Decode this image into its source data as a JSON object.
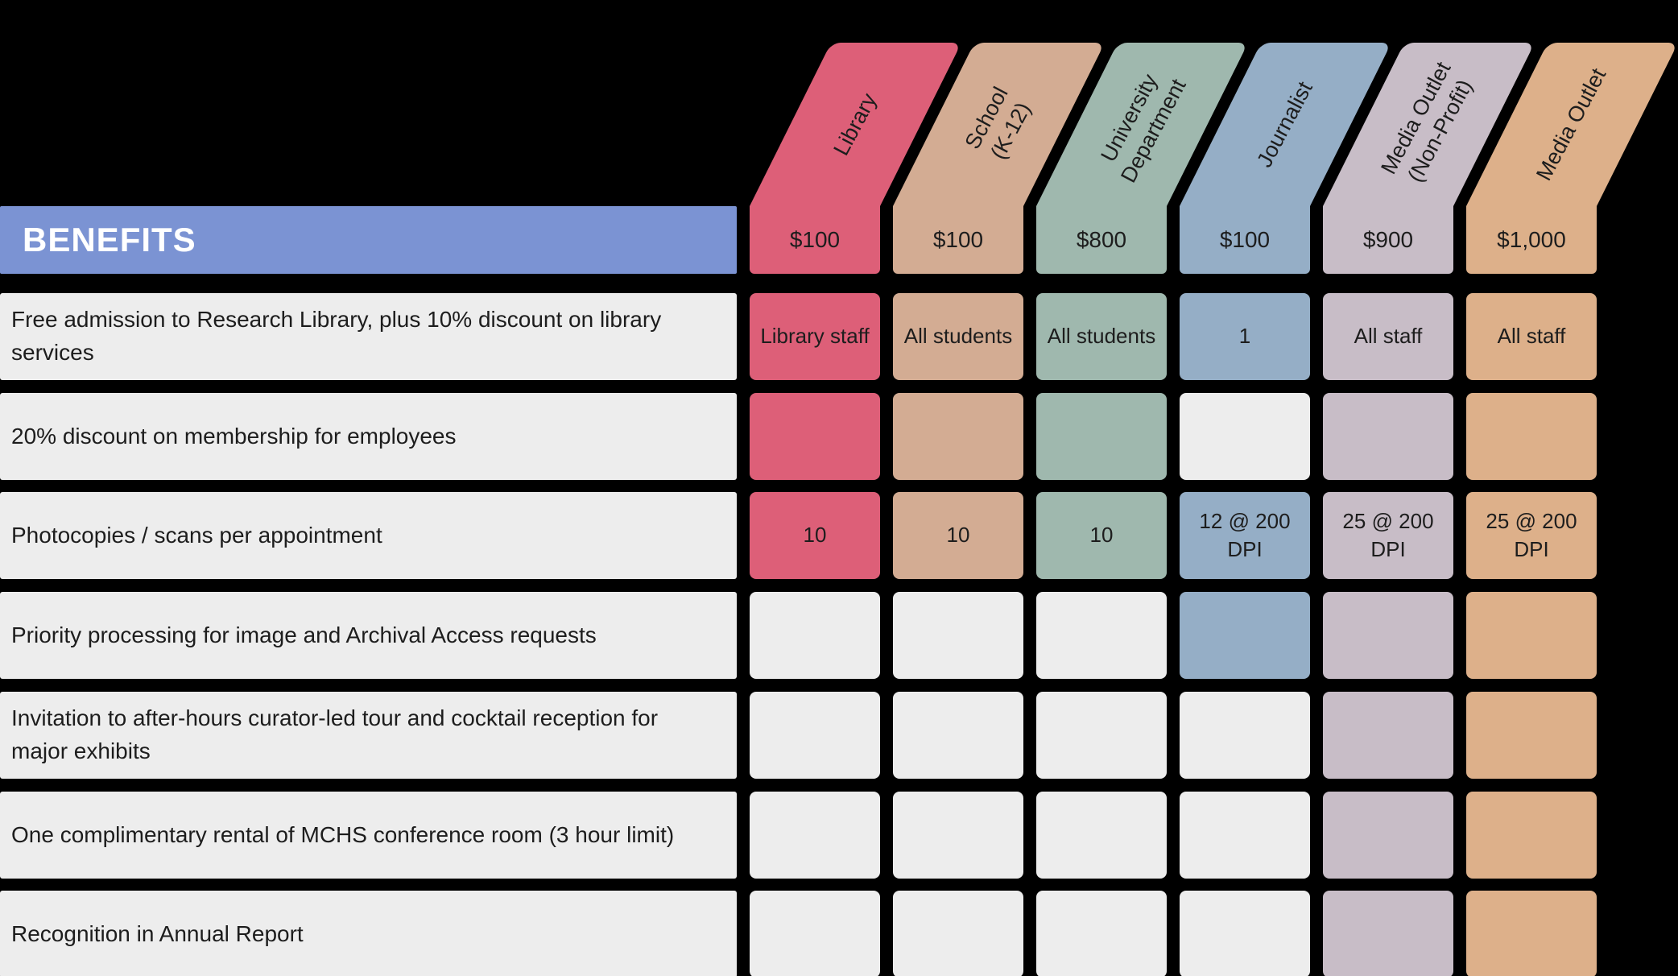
{
  "table": {
    "benefits_header": "BENEFITS",
    "columns": [
      {
        "label": "Library",
        "price": "$100",
        "color": "#dd5f78"
      },
      {
        "label": "School\n(K-12)",
        "price": "$100",
        "color": "#d3ac93"
      },
      {
        "label": "University\nDepartment",
        "price": "$800",
        "color": "#9fb8ae"
      },
      {
        "label": "Journalist",
        "price": "$100",
        "color": "#95aec6"
      },
      {
        "label": "Media Outlet\n(Non-Profit)",
        "price": "$900",
        "color": "#c8bdc7"
      },
      {
        "label": "Media Outlet",
        "price": "$1,000",
        "color": "#ddb08a"
      }
    ],
    "rows": [
      {
        "benefit": "Free admission to Research Library, plus 10% discount on library services",
        "cells": [
          {
            "filled": true,
            "text": "Library staff"
          },
          {
            "filled": true,
            "text": "All students"
          },
          {
            "filled": true,
            "text": "All students"
          },
          {
            "filled": true,
            "text": "1"
          },
          {
            "filled": true,
            "text": "All staff"
          },
          {
            "filled": true,
            "text": "All staff"
          }
        ]
      },
      {
        "benefit": "20% discount on membership for employees",
        "cells": [
          {
            "filled": true,
            "text": ""
          },
          {
            "filled": true,
            "text": ""
          },
          {
            "filled": true,
            "text": ""
          },
          {
            "filled": false,
            "text": ""
          },
          {
            "filled": true,
            "text": ""
          },
          {
            "filled": true,
            "text": ""
          }
        ]
      },
      {
        "benefit": "Photocopies / scans per appointment",
        "cells": [
          {
            "filled": true,
            "text": "10"
          },
          {
            "filled": true,
            "text": "10"
          },
          {
            "filled": true,
            "text": "10"
          },
          {
            "filled": true,
            "text": "12 @ 200 DPI"
          },
          {
            "filled": true,
            "text": "25 @ 200 DPI"
          },
          {
            "filled": true,
            "text": "25 @ 200 DPI"
          }
        ]
      },
      {
        "benefit": "Priority processing for image and Archival Access requests",
        "cells": [
          {
            "filled": false,
            "text": ""
          },
          {
            "filled": false,
            "text": ""
          },
          {
            "filled": false,
            "text": ""
          },
          {
            "filled": true,
            "text": ""
          },
          {
            "filled": true,
            "text": ""
          },
          {
            "filled": true,
            "text": ""
          }
        ]
      },
      {
        "benefit": "Invitation to after-hours curator-led tour and cocktail reception for major exhibits",
        "cells": [
          {
            "filled": false,
            "text": ""
          },
          {
            "filled": false,
            "text": ""
          },
          {
            "filled": false,
            "text": ""
          },
          {
            "filled": false,
            "text": ""
          },
          {
            "filled": true,
            "text": ""
          },
          {
            "filled": true,
            "text": ""
          }
        ]
      },
      {
        "benefit": "One complimentary rental of MCHS conference room (3 hour limit)",
        "cells": [
          {
            "filled": false,
            "text": ""
          },
          {
            "filled": false,
            "text": ""
          },
          {
            "filled": false,
            "text": ""
          },
          {
            "filled": false,
            "text": ""
          },
          {
            "filled": true,
            "text": ""
          },
          {
            "filled": true,
            "text": ""
          }
        ]
      },
      {
        "benefit": "Recognition in Annual Report",
        "cells": [
          {
            "filled": false,
            "text": ""
          },
          {
            "filled": false,
            "text": ""
          },
          {
            "filled": false,
            "text": ""
          },
          {
            "filled": false,
            "text": ""
          },
          {
            "filled": true,
            "text": ""
          },
          {
            "filled": true,
            "text": ""
          }
        ]
      }
    ]
  },
  "colors": {
    "background": "#000000",
    "header_bar": "#7b93d3",
    "header_text": "#ffffff",
    "row_label_bg": "#ededed",
    "empty_cell": "#ededed",
    "cell_text": "#1d1d1d",
    "library": "#dd5f78",
    "school_k12": "#d3ac93",
    "university_department": "#9fb8ae",
    "journalist": "#95aec6",
    "media_outlet_non_profit": "#c8bdc7",
    "media_outlet": "#ddb08a"
  },
  "chart_data": {
    "type": "table",
    "title": "BENEFITS",
    "columns": [
      "Library",
      "School (K-12)",
      "University Department",
      "Journalist",
      "Media Outlet (Non-Profit)",
      "Media Outlet"
    ],
    "column_prices": [
      "$100",
      "$100",
      "$800",
      "$100",
      "$900",
      "$1,000"
    ],
    "rows": [
      {
        "benefit": "Free admission to Research Library, plus 10% discount on library services",
        "values": [
          "Library staff",
          "All students",
          "All students",
          "1",
          "All staff",
          "All staff"
        ]
      },
      {
        "benefit": "20% discount on membership for employees",
        "values": [
          "yes",
          "yes",
          "yes",
          "no",
          "yes",
          "yes"
        ]
      },
      {
        "benefit": "Photocopies / scans per appointment",
        "values": [
          "10",
          "10",
          "10",
          "12 @ 200 DPI",
          "25 @ 200 DPI",
          "25 @ 200 DPI"
        ]
      },
      {
        "benefit": "Priority processing for image and Archival Access requests",
        "values": [
          "no",
          "no",
          "no",
          "yes",
          "yes",
          "yes"
        ]
      },
      {
        "benefit": "Invitation to after-hours curator-led tour and cocktail reception for major exhibits",
        "values": [
          "no",
          "no",
          "no",
          "no",
          "yes",
          "yes"
        ]
      },
      {
        "benefit": "One complimentary rental of MCHS conference room (3 hour limit)",
        "values": [
          "no",
          "no",
          "no",
          "no",
          "yes",
          "yes"
        ]
      },
      {
        "benefit": "Recognition in Annual Report",
        "values": [
          "no",
          "no",
          "no",
          "no",
          "yes",
          "yes"
        ]
      }
    ],
    "layout_hints": {
      "column_headers_rotated": true,
      "filled_cell_means_included": true,
      "background": "black"
    }
  }
}
